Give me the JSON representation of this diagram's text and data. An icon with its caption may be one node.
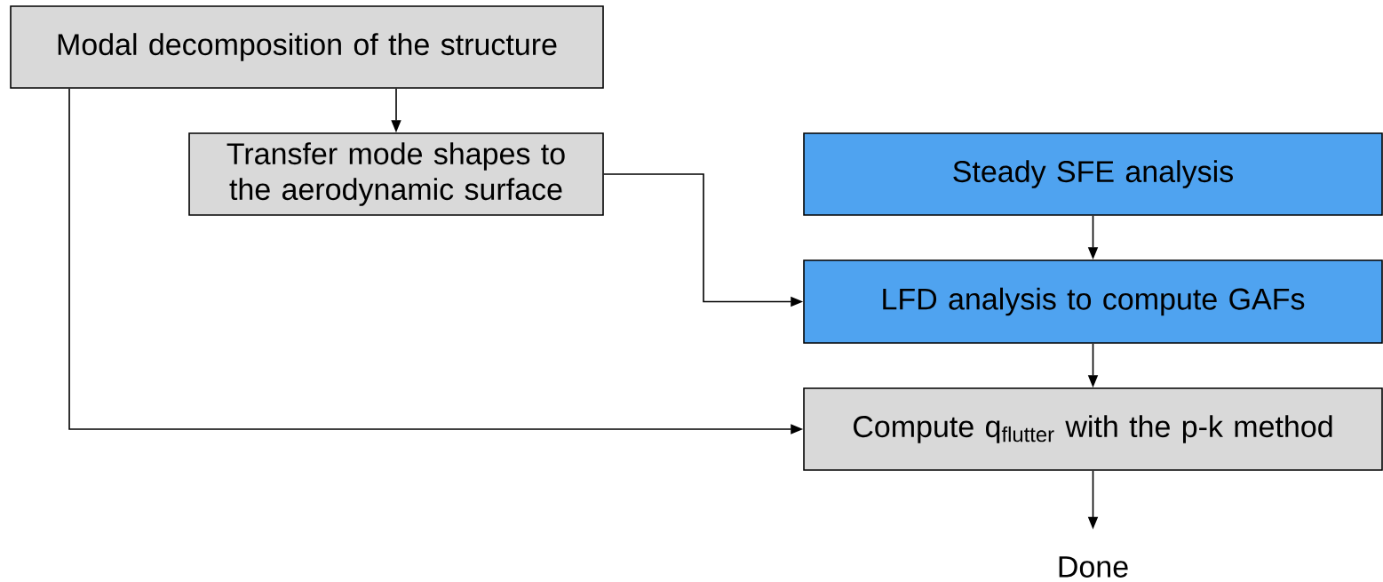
{
  "diagram": {
    "nodes": [
      {
        "text": [
          "Modal decomposition of the structure"
        ]
      },
      {
        "text": [
          "Transfer mode shapes to the aerodynamic surface"
        ]
      },
      {
        "text": [
          "Steady SFE analysis"
        ]
      },
      {
        "text": [
          "LFD analysis to compute GAFs"
        ]
      },
      {
        "text": [
          "Compute q$_{flutter}$ with the p-k method"
        ]
      },
      {
        "text": [
          "Done"
        ]
      }
    ],
    "edges": [
      {
        "from": 0,
        "to": 1,
        "arrow": "to"
      },
      {
        "from": 1,
        "to": 3,
        "arrow": "to"
      },
      {
        "from": 2,
        "to": 3,
        "arrow": "to"
      },
      {
        "from": 3,
        "to": 4,
        "arrow": "to"
      },
      {
        "from": 0,
        "to": 4,
        "arrow": "to"
      },
      {
        "from": 4,
        "to": 5,
        "arrow": "to"
      }
    ]
  }
}
